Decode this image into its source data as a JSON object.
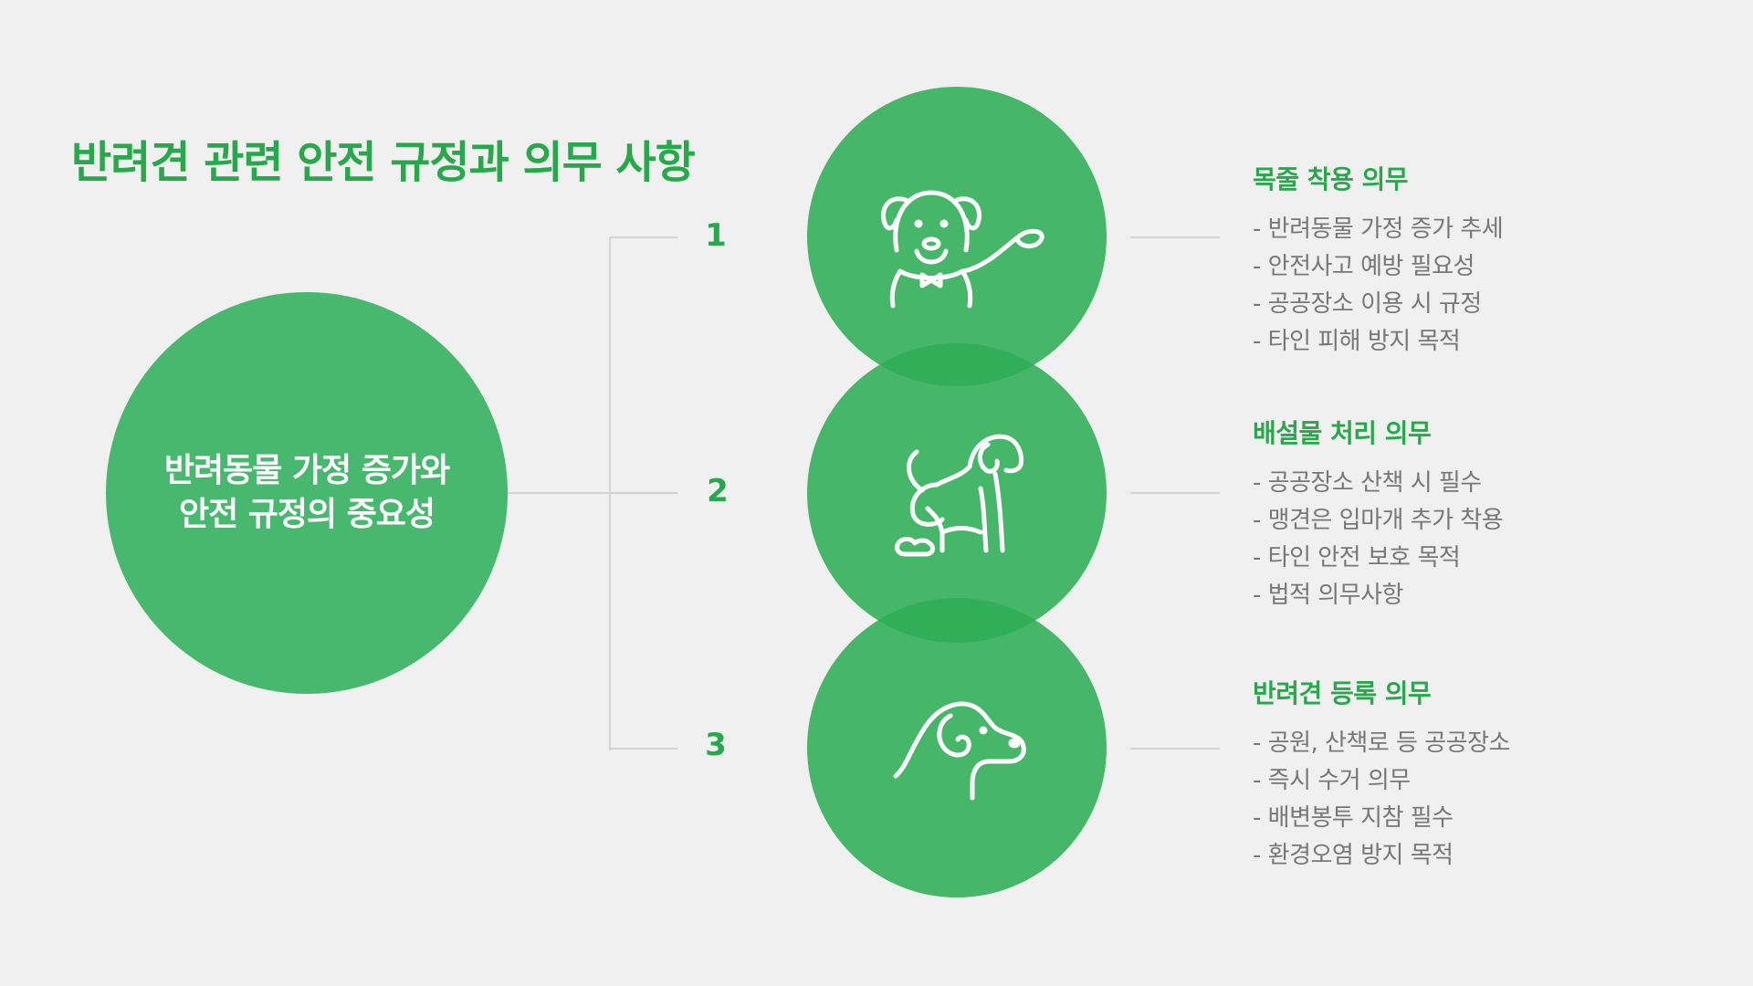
{
  "title": "반려견 관련 안전 규정과 의무 사항",
  "center": {
    "text": "반려동물 가정 증가와\n안전 규정의 중요성"
  },
  "colors": {
    "accent": "#27a84a",
    "circle": "#47b86d",
    "text_gray": "#777777",
    "line": "#cccccc",
    "background": "#f0f0f0"
  },
  "steps": [
    {
      "number": "1",
      "icon": "dog-with-leash-icon",
      "heading": "목줄 착용 의무",
      "items": [
        "- 반려동물 가정 증가 추세",
        "- 안전사고 예방 필요성",
        "- 공공장소 이용 시 규정",
        "- 타인 피해 방지 목적"
      ]
    },
    {
      "number": "2",
      "icon": "dog-pooping-icon",
      "heading": "배설물 처리 의무",
      "items": [
        "- 공공장소 산책 시 필수",
        "- 맹견은 입마개 추가 착용",
        "- 타인 안전 보호 목적",
        "- 법적 의무사항"
      ]
    },
    {
      "number": "3",
      "icon": "dog-head-icon",
      "heading": "반려견 등록 의무",
      "items": [
        "- 공원, 산책로 등 공공장소",
        "- 즉시 수거 의무",
        "- 배변봉투 지참 필수",
        "- 환경오염 방지 목적"
      ]
    }
  ]
}
